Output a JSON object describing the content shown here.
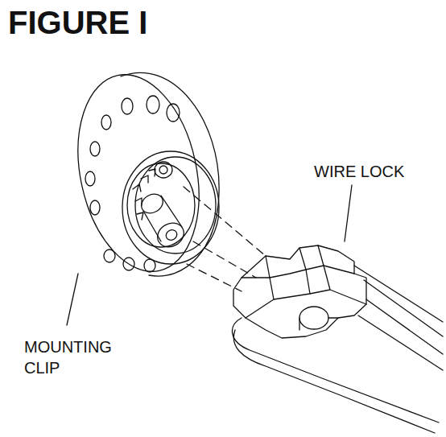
{
  "diagram": {
    "title": "FIGURE I",
    "labels": [
      "WIRE LOCK",
      "MOUNTING CLIP"
    ]
  }
}
